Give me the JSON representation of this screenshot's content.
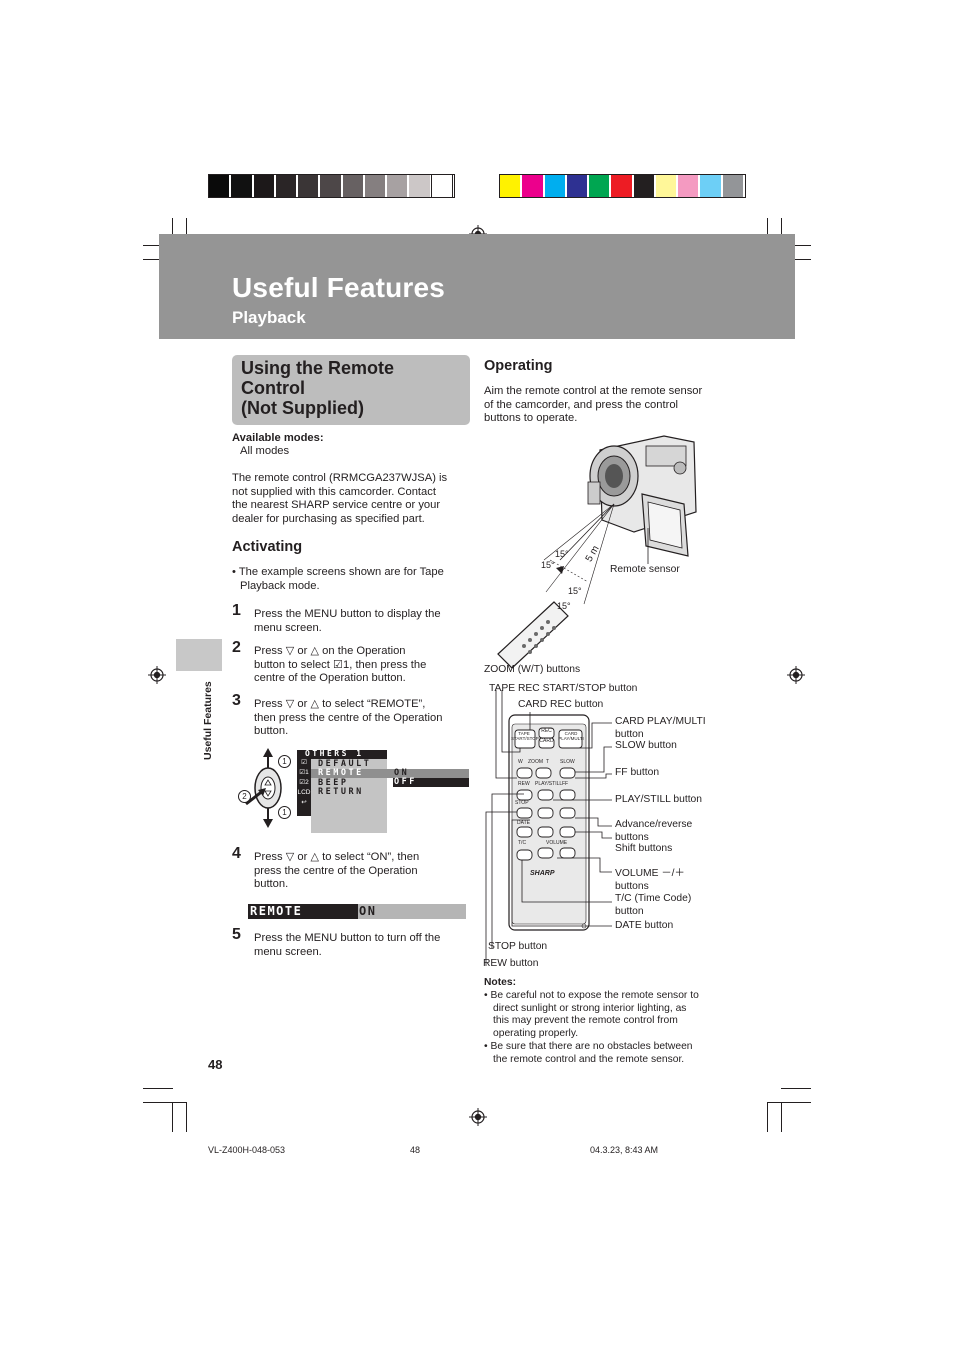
{
  "header": {
    "title": "Useful Features",
    "subtitle": "Playback"
  },
  "colors": {
    "gray_swatches": [
      "#0a0a0a",
      "#111111",
      "#1c1819",
      "#2a2526",
      "#3a3536",
      "#4d4748",
      "#676162",
      "#857f80",
      "#a7a1a2",
      "#ccc7c7",
      "#ffffff"
    ],
    "color_swatches": [
      "#fff200",
      "#ec008c",
      "#00aeef",
      "#2e3192",
      "#00a651",
      "#ed1c24",
      "#231f20",
      "#fff799",
      "#f49ac1",
      "#6dcff6",
      "#939598"
    ],
    "band": "#959595",
    "section_box": "#bdbdbd"
  },
  "section": {
    "title_lines": [
      "Using the Remote",
      "Control",
      "(Not Supplied)"
    ]
  },
  "left": {
    "available_label": "Available modes:",
    "available_value": "All modes",
    "intro_lines": [
      "The remote control (RRMCGA237WJSA) is",
      "not supplied with this camcorder. Contact",
      "the nearest SHARP service centre or your",
      "dealer for purchasing as specified part."
    ],
    "activating_heading": "Activating",
    "bullet_lines": [
      "• The example screens shown are for Tape",
      "Playback mode."
    ],
    "steps": [
      {
        "num": "1",
        "lines": [
          "Press the MENU button to display the",
          "menu screen."
        ]
      },
      {
        "num": "2",
        "lines": [
          "Press ▽ or △ on the Operation",
          "button to select ☑1, then press the",
          "centre of the Operation button."
        ]
      },
      {
        "num": "3",
        "lines": [
          "Press ▽ or △ to select “REMOTE”,",
          "then press the centre of the Operation",
          "button."
        ]
      },
      {
        "num": "4",
        "lines": [
          "Press ▽ or △ to select “ON”, then",
          "press the centre of the Operation",
          "button."
        ]
      },
      {
        "num": "5",
        "lines": [
          "Press the MENU button to turn off the",
          "menu screen."
        ]
      }
    ],
    "menu": {
      "title": "OTHERS 1",
      "items": [
        "DEFAULT",
        "REMOTE",
        "BEEP",
        "RETURN"
      ],
      "options": [
        "ON",
        "OFF"
      ],
      "side_icons": [
        "☑",
        "☑1",
        "☑2",
        "LCD",
        "↩"
      ],
      "callouts": [
        "1",
        "2",
        "1"
      ]
    },
    "remote_bar": {
      "label": "REMOTE",
      "value": "ON"
    },
    "side_tab": "Useful Features",
    "page_number": "48"
  },
  "right": {
    "operating_heading": "Operating",
    "operating_lines": [
      "Aim the remote control at the remote sensor",
      "of the camcorder, and press the control",
      "buttons to operate."
    ],
    "angles": [
      "15°",
      "15°",
      "15°",
      "15°"
    ],
    "distance": "5 m",
    "remote_sensor": "Remote sensor",
    "labels": [
      "ZOOM (W/T) buttons",
      "TAPE REC START/STOP button",
      "CARD REC button",
      "CARD PLAY/MULTI",
      "button",
      "SLOW button",
      "FF button",
      "PLAY/STILL button",
      "Advance/reverse",
      "buttons",
      "Shift buttons",
      "VOLUME －/＋",
      "buttons",
      "T/C (Time Code)",
      "button",
      "DATE button",
      "STOP button",
      "REW button"
    ],
    "remote_keys": [
      "TAPE START/STOP",
      "REC",
      "CARD",
      "CARD PLAY/MULTI",
      "W",
      "ZOOM",
      "T",
      "SLOW",
      "REW",
      "PLAY/STILL",
      "FF",
      "STOP",
      "DATE",
      "T/C",
      "VOLUME",
      "SHARP"
    ],
    "notes_heading": "Notes:",
    "notes": [
      [
        "• Be careful not to expose the remote sensor to",
        "direct sunlight or strong interior lighting, as",
        "this may prevent the remote control from",
        "operating properly."
      ],
      [
        "• Be sure that there are no obstacles between",
        "the remote control and the remote sensor."
      ]
    ]
  },
  "footer": {
    "left": "VL-Z400H-048-053",
    "center": "48",
    "right": "04.3.23, 8:43 AM"
  }
}
